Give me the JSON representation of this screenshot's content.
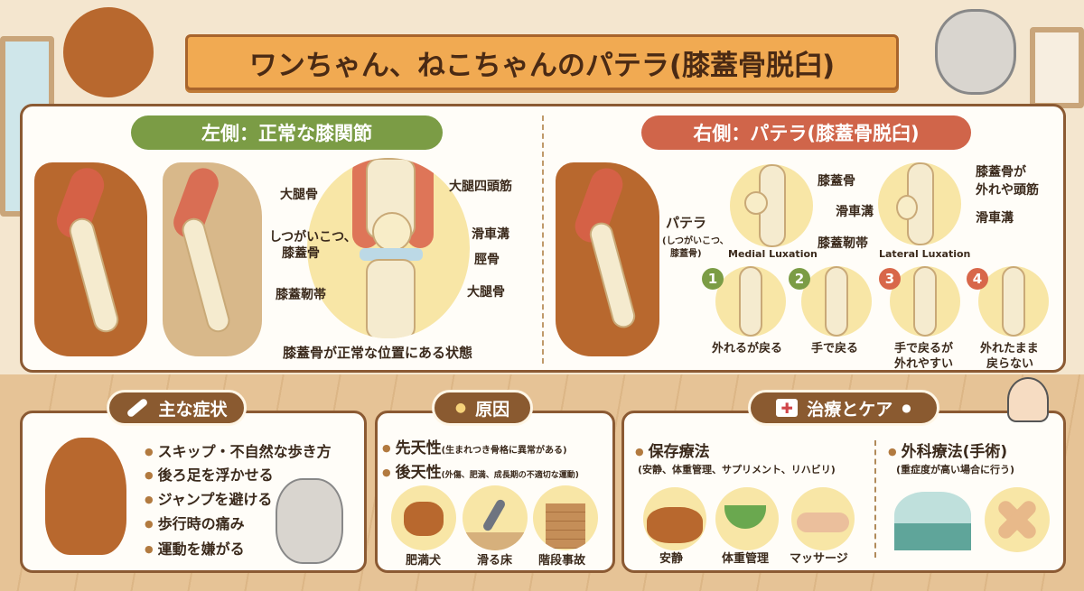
{
  "title": "ワンちゃん、ねこちゃんのパテラ(膝蓋骨脱臼)",
  "left": {
    "heading": "左側：正常な膝関節",
    "labels": {
      "femur_left": "大腿骨",
      "patella_reading": "しつがいこつ、",
      "patella": "膝蓋骨",
      "patellar_ligament": "膝蓋靭帯",
      "quadriceps": "大腿四頭筋",
      "trochlear_groove": "滑車溝",
      "tibia": "脛骨",
      "femur_right": "大腿骨"
    },
    "caption": "膝蓋骨が正常な位置にある状態"
  },
  "right": {
    "heading": "右側：パテラ(膝蓋骨脱臼)",
    "patella_label": "パテラ",
    "patella_sub1": "(しつがいこつ、",
    "patella_sub2": "膝蓋骨)",
    "medial": {
      "patella": "膝蓋骨",
      "groove": "滑車溝",
      "ligament": "膝蓋靭帯",
      "caption": "Medial Luxation"
    },
    "lateral": {
      "line1": "膝蓋骨が",
      "line2": "外れや頭筋",
      "groove": "滑車溝",
      "caption": "Lateral Luxation"
    },
    "grades": [
      {
        "num": "1",
        "line1": "外れるが戻る",
        "line2": "",
        "color": "#7b9c45"
      },
      {
        "num": "2",
        "line1": "手で戻る",
        "line2": "",
        "color": "#7b9c45"
      },
      {
        "num": "3",
        "line1": "手で戻るが",
        "line2": "外れやすい",
        "color": "#d8674a"
      },
      {
        "num": "4",
        "line1": "外れたまま",
        "line2": "戻らない",
        "color": "#d8674a"
      }
    ]
  },
  "symptoms": {
    "heading": "主な症状",
    "items": [
      "スキップ・不自然な歩き方",
      "後ろ足を浮かせる",
      "ジャンプを避ける",
      "歩行時の痛み",
      "運動を嫌がる"
    ]
  },
  "causes": {
    "heading": "原因",
    "congenital": "先天性",
    "congenital_note": "(生まれつき骨格に異常がある)",
    "acquired": "後天性",
    "acquired_note": "(外傷、肥満、成長期の不適切な運動)",
    "examples": [
      "肥満犬",
      "滑る床",
      "階段事故"
    ]
  },
  "treatment": {
    "heading": "治療とケア",
    "conservative": "保存療法",
    "conservative_note": "(安静、体重管理、サプリメント、リハビリ)",
    "conservative_items": [
      "安静",
      "体重管理",
      "マッサージ"
    ],
    "surgical": "外科療法(手術)",
    "surgical_note": "(重症度が高い場合に行う)"
  },
  "colors": {
    "green": "#7b9c45",
    "red": "#d0654a",
    "brown": "#8a5a30",
    "orange": "#f1aa52"
  }
}
